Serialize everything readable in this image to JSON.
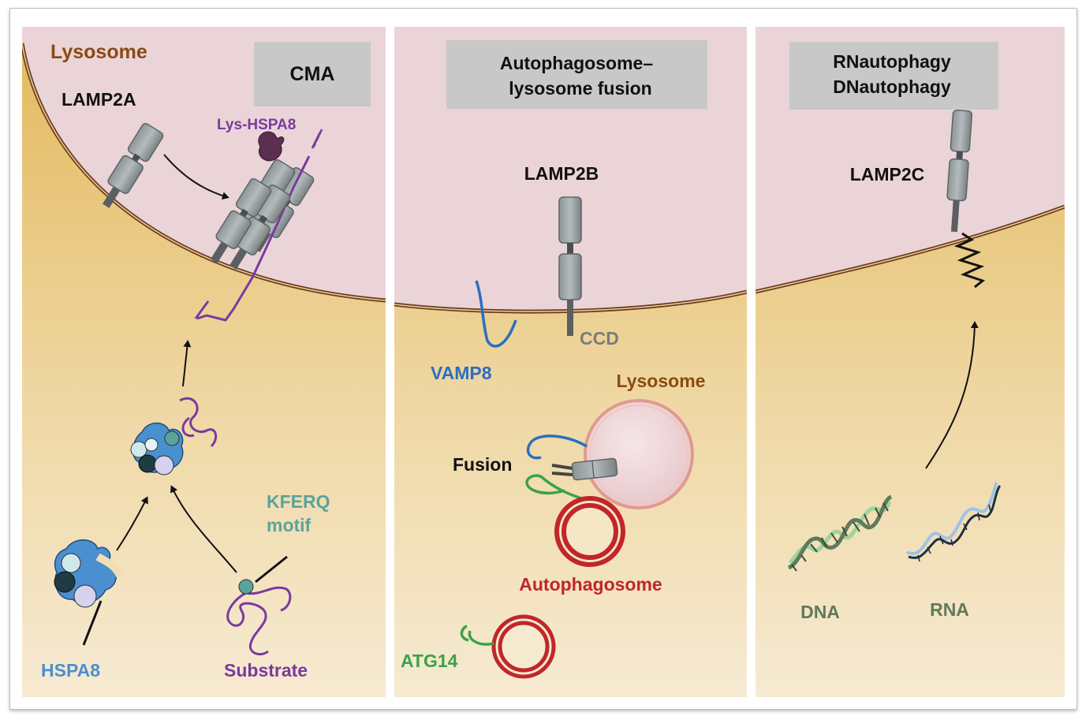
{
  "panels": [
    {
      "name": "cma",
      "title_lines": [
        "CMA"
      ],
      "lysosome_label": "Lysosome",
      "receptor_label": "LAMP2A",
      "labels": {
        "lys_hspa8": "Lys-HSPA8",
        "kferq_line1": "KFERQ",
        "kferq_line2": "motif",
        "hspa8": "HSPA8",
        "substrate": "Substrate"
      }
    },
    {
      "name": "fusion",
      "title_lines": [
        "Autophagosome–",
        "lysosome fusion"
      ],
      "receptor_label": "LAMP2B",
      "labels": {
        "ccd": "CCD",
        "vamp8": "VAMP8",
        "lysosome": "Lysosome",
        "fusion": "Fusion",
        "autophagosome": "Autophagosome",
        "atg14": "ATG14"
      }
    },
    {
      "name": "nucleic",
      "title_lines": [
        "RNautophagy",
        "DNautophagy"
      ],
      "receptor_label": "LAMP2C",
      "labels": {
        "dna": "DNA",
        "rna": "RNA"
      }
    }
  ],
  "colors": {
    "lysosome_text": "#8a4a14",
    "hspa8_blue": "#4a8fd0",
    "substrate_purple": "#7a3aa0",
    "kferq_teal": "#5aa39c",
    "vamp8_blue": "#2a6fbf",
    "atg14_green": "#3aa24a",
    "autophagosome_red": "#c0262a",
    "ccd_gray": "#7b7b7b",
    "dna_green": "#5f7a5a"
  }
}
